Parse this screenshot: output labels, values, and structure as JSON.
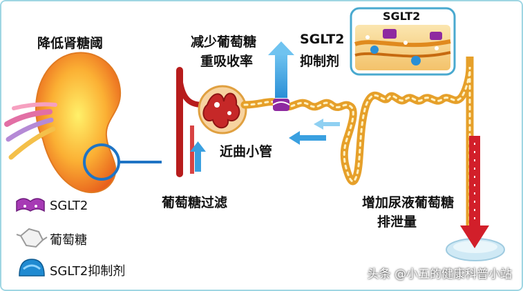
{
  "labels": {
    "lower_threshold": "降低肾糖阈",
    "reduce_reabsorption_line1": "减少葡萄糖",
    "reduce_reabsorption_line2": "重吸收率",
    "inhibitor_line1": "SGLT2",
    "inhibitor_line2": "抑制剂",
    "inset_title": "SGLT2",
    "proximal_tubule": "近曲小管",
    "glucose_filtration": "葡萄糖过滤",
    "increase_excretion_line1": "增加尿液葡萄糖",
    "increase_excretion_line2": "排泄量"
  },
  "legend": [
    {
      "icon": "sglt2-protein-icon",
      "label": "SGLT2"
    },
    {
      "icon": "glucose-molecule-icon",
      "label": "葡萄糖"
    },
    {
      "icon": "sglt2-inhibitor-icon",
      "label": "SGLT2抑制剂"
    }
  ],
  "watermark": "头条 @小五的健康科普小站",
  "colors": {
    "tubule": "#e6a02a",
    "vessel": "#c62828",
    "arrow_blue": "#3aa0e0",
    "arrow_red": "#d21f2a",
    "kidney": "#f7931e",
    "frame": "#9fd6e3",
    "inset_border": "#49a9cf"
  }
}
